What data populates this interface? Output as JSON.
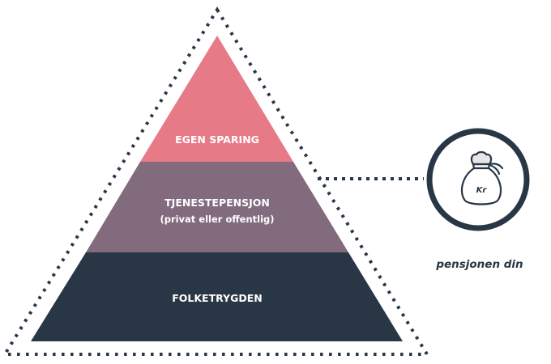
{
  "pyramid": {
    "tiers": [
      {
        "label": "EGEN SPARING",
        "sublabel": "",
        "color": "#e67a86"
      },
      {
        "label": "TJENESTEPENSJON",
        "sublabel": "(privat eller offentlig)",
        "color": "#836b7e"
      },
      {
        "label": "FOLKETRYGDEN",
        "sublabel": "",
        "color": "#283646"
      }
    ],
    "outline_color": "#283646"
  },
  "pension": {
    "icon": "money-bag-icon",
    "bag_text": "Kr",
    "caption": "pensjonen din",
    "color": "#283646"
  }
}
